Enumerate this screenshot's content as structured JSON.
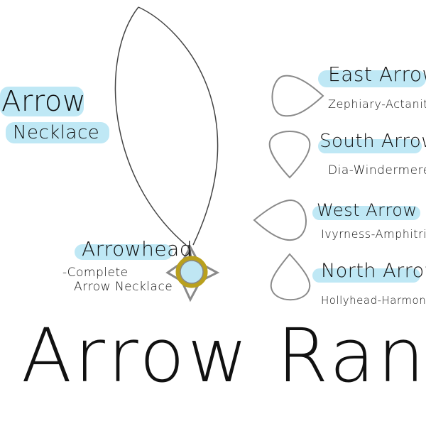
{
  "necklace": {
    "title_line1": "Arrow",
    "title_line2": "Necklace"
  },
  "arrowhead": {
    "title": "Arrowhead",
    "desc_line1": "-Complete",
    "desc_line2": "Arrow Necklace"
  },
  "arrows": [
    {
      "title": "East Arrow",
      "subtitle": "Zephiary-Actanite",
      "point": "right"
    },
    {
      "title": "South Arrow",
      "subtitle": "Dia-Windermere",
      "point": "down"
    },
    {
      "title": "West Arrow",
      "subtitle": "Ivyrness-Amphitrite",
      "point": "left"
    },
    {
      "title": "North Arrow",
      "subtitle": "Hollyhead-Harmonia",
      "point": "up"
    }
  ],
  "footer": {
    "title": "Arrow Ranking"
  },
  "colors": {
    "highlight": "#bfe8f5",
    "gem": "#bfe6f3",
    "gold": "#b9a01e",
    "metal": "#8a8a8a"
  }
}
